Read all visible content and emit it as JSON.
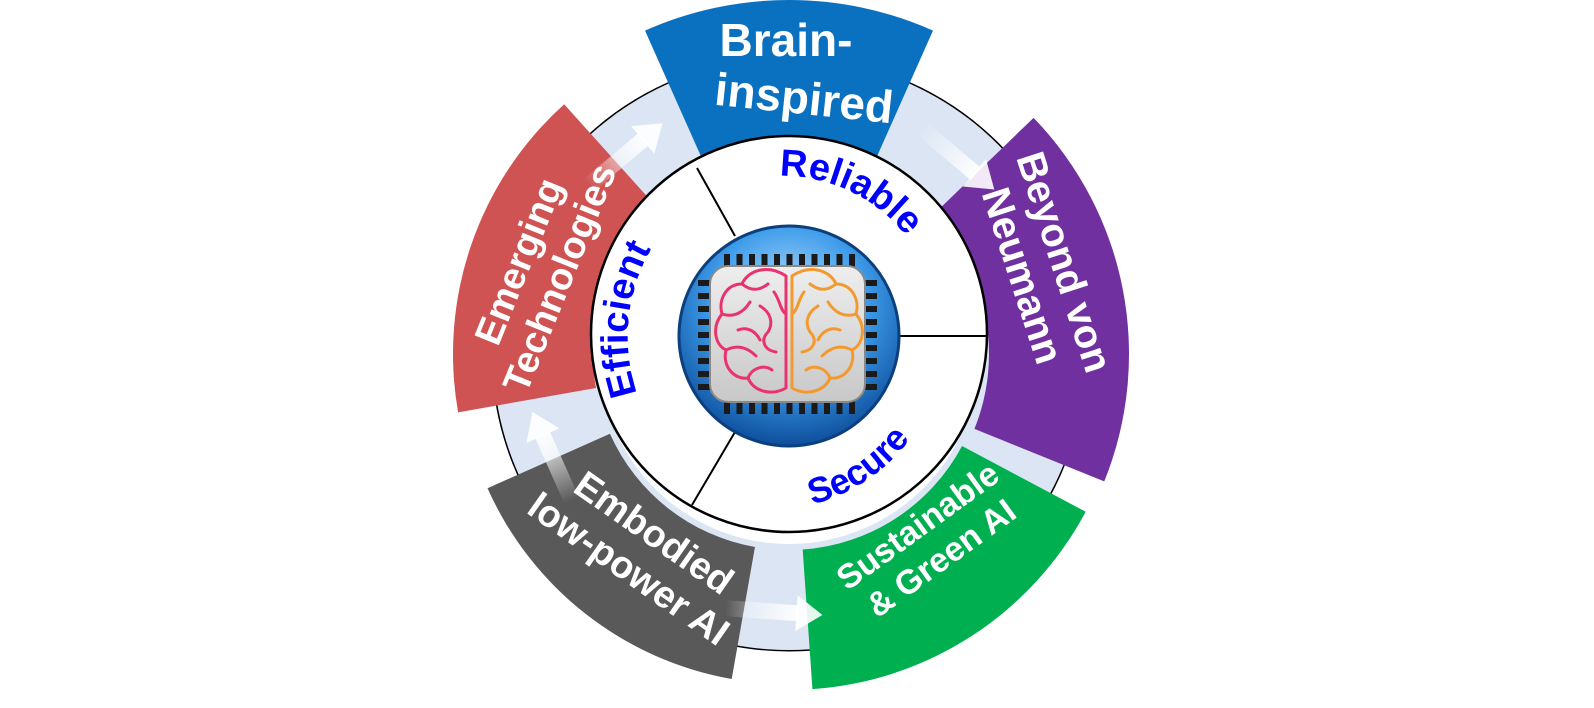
{
  "outer_segments": [
    {
      "id": "brain-inspired",
      "lines": [
        "Brain-",
        "inspired"
      ],
      "color": "#0a70c0"
    },
    {
      "id": "beyond-von-neumann",
      "lines": [
        "Beyond von",
        "Neumann"
      ],
      "color": "#7030a0"
    },
    {
      "id": "sustainable-green-ai",
      "lines": [
        "Sustainable",
        "& Green AI"
      ],
      "color": "#00b050"
    },
    {
      "id": "embodied-low-power-ai",
      "lines": [
        "Embodied",
        "low-power AI"
      ],
      "color": "#595959"
    },
    {
      "id": "emerging-technologies",
      "lines": [
        "Emerging",
        "Technologies"
      ],
      "color": "#d05353"
    }
  ],
  "inner_labels": [
    {
      "id": "reliable",
      "text": "Reliable"
    },
    {
      "id": "secure",
      "text": "Secure"
    },
    {
      "id": "efficient",
      "text": "Efficient"
    }
  ],
  "colors": {
    "inner_text": "#0000ff",
    "ring_band": "#dbe5f3",
    "outline": "#000000",
    "chip_blue": "#1a73c9",
    "chip_pin": "#1a1a1a",
    "brain_left": "#e8336d",
    "brain_right": "#f39a2e"
  },
  "center_icon": "brain-chip-icon"
}
